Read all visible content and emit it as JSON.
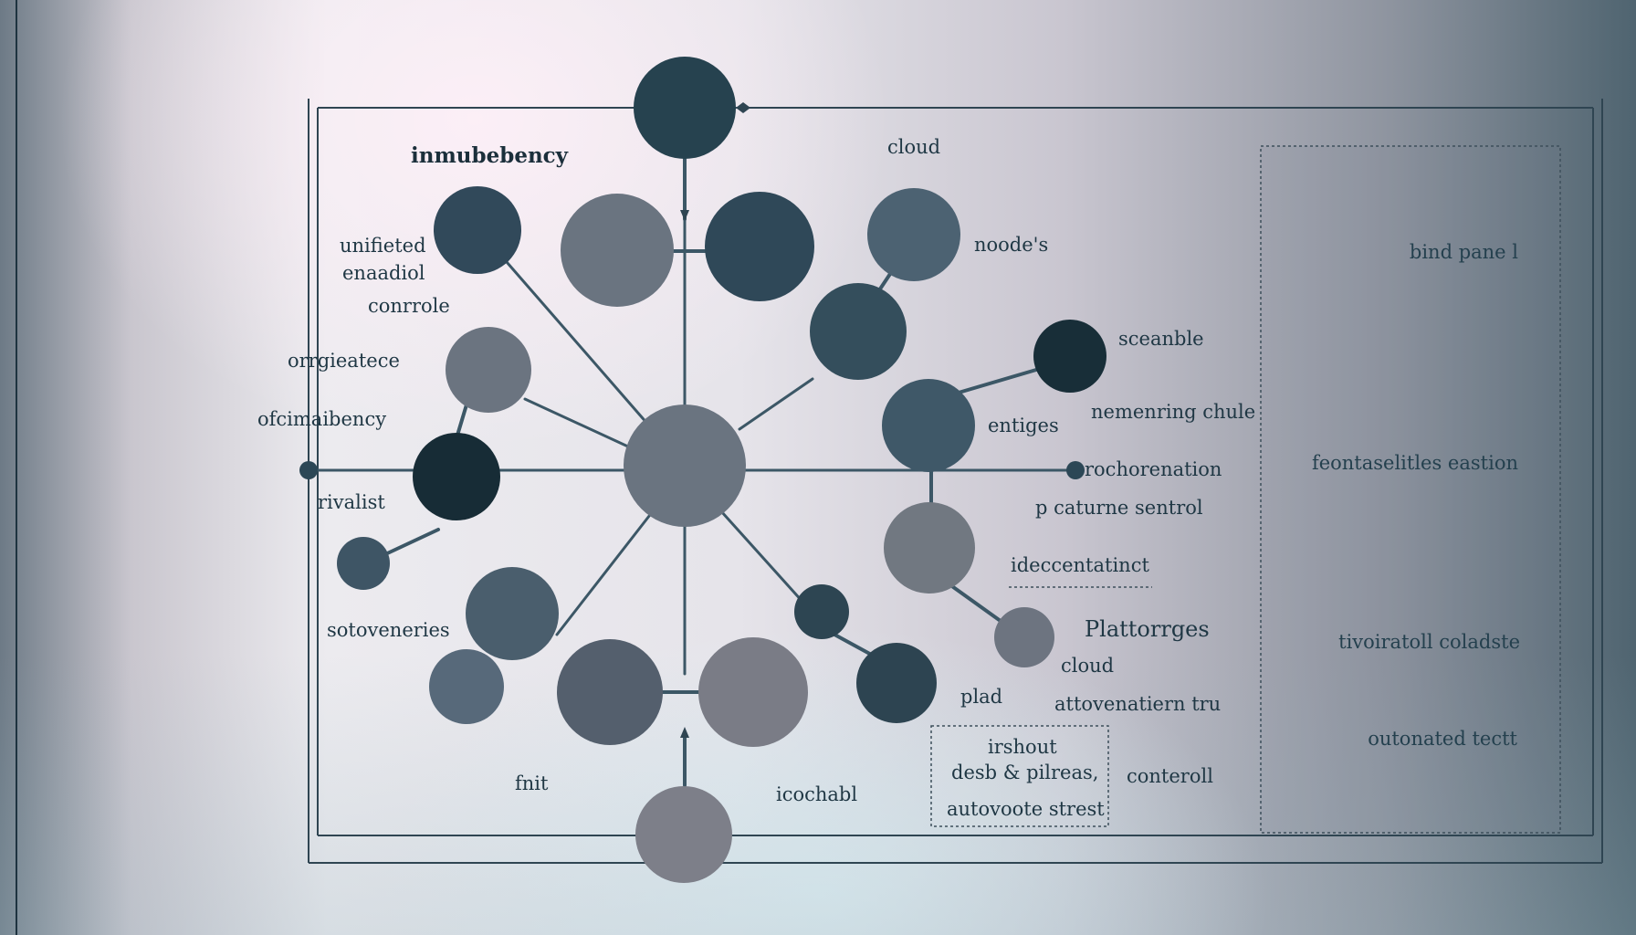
{
  "labels": {
    "inmubebency": "inmubebency",
    "cloud_top": "cloud",
    "unifieted": "unifieted",
    "enaadiol": "enaadiol",
    "conrole": "conrrole",
    "nodes": "noode's",
    "orgieatece": "orrgieatece",
    "ofcimaibency": "ofcimaibency",
    "sceanble": "sceanble",
    "nemenring_chule": "nemenring chule",
    "entiges": "entiges",
    "rochorenation": "rochorenation",
    "rivalist": "rivalist",
    "p_caturne_sentrol": "p caturne sentrol",
    "ideccentatinct": "ideccentatinct",
    "sotoveneries": "sotoveneries",
    "plattorges": "Plattorrges",
    "cloud_lower": "cloud",
    "plad": "plad",
    "attovenaiern_tru": "attovenatiern tru",
    "irshout": "irshout",
    "desb_pilreas": "desb & pilreas,",
    "autovoote_strest": "autovoote strest",
    "conteroll": "conteroll",
    "fnit": "fnit",
    "icochabl": "icochabl"
  },
  "side_panel": {
    "title": "bind pane l",
    "item_1": "feontaselitles eastion",
    "item_2": "tivoiratoll coladste",
    "item_3": "outonated tectt"
  },
  "colors": {
    "darkest": "#172c36",
    "dark": "#2c4756",
    "mid_dark": "#3d5868",
    "mid": "#4f6474",
    "slate": "#6a7480",
    "light_slate": "#7e818b",
    "line": "#3c5766"
  }
}
